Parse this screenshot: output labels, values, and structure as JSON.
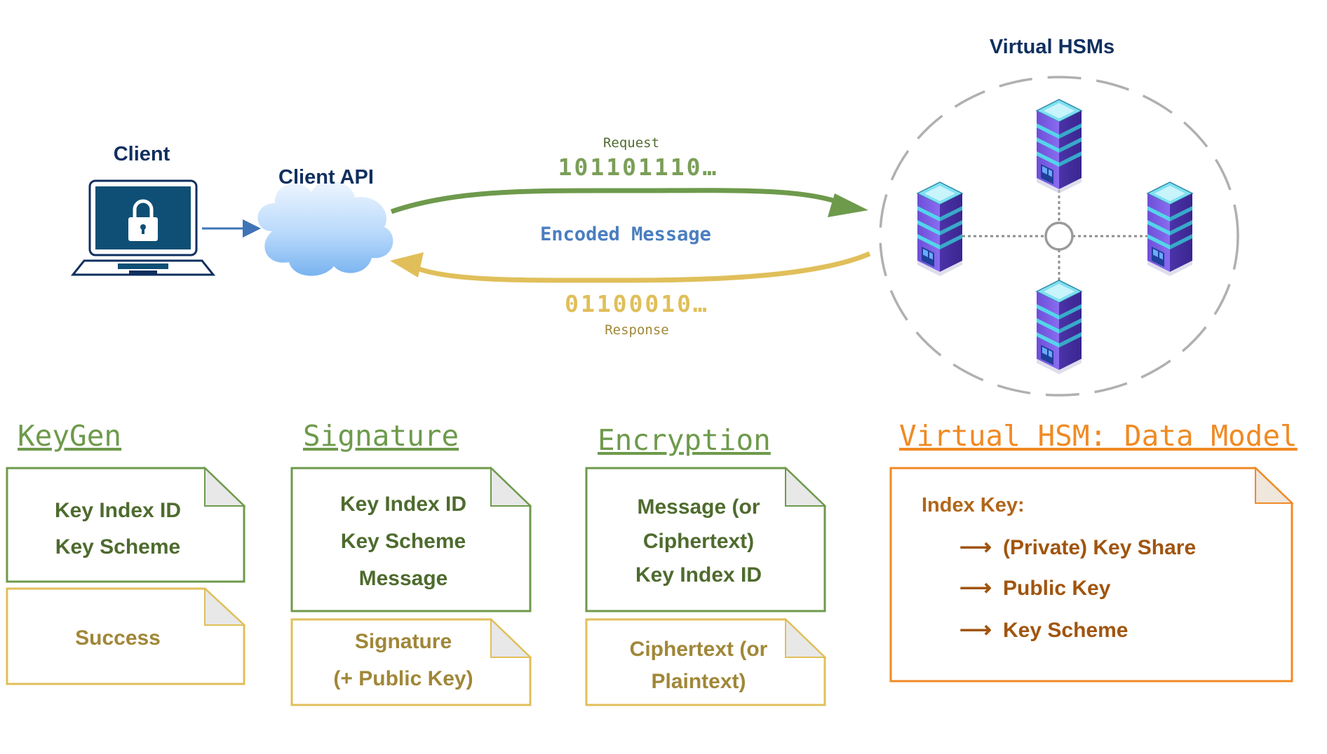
{
  "top": {
    "client_label": "Client",
    "client_api_label": "Client API",
    "virtual_hsms_label": "Virtual HSMs",
    "request_label": "Request",
    "request_bits": "101101110…",
    "encoded_message_label": "Encoded Message",
    "response_bits": "01100010…",
    "response_label": "Response"
  },
  "sections": {
    "keygen": {
      "title": "KeyGen",
      "request_lines": [
        "Key Index ID",
        "Key Scheme"
      ],
      "response_lines": [
        "Success"
      ]
    },
    "signature": {
      "title": "Signature",
      "request_lines": [
        "Key Index ID",
        "Key Scheme",
        "Message"
      ],
      "response_lines": [
        "Signature",
        "(+ Public Key)"
      ]
    },
    "encryption": {
      "title": "Encryption",
      "request_lines": [
        "Message (or",
        "Ciphertext)",
        "Key Index ID"
      ],
      "response_lines": [
        "Ciphertext (or",
        "Plaintext)"
      ]
    },
    "data_model": {
      "title": "Virtual HSM: Data Model",
      "index_key_label": "Index Key:",
      "items": [
        "(Private) Key Share",
        "Public Key",
        "Key Scheme"
      ],
      "arrow_glyph": "⟶"
    }
  },
  "icons": {
    "laptop": "laptop-lock-icon",
    "cloud": "cloud-icon",
    "server": "server-rack-icon"
  },
  "colors": {
    "navy": "#0f2f5f",
    "request_green": "#6e9a4c",
    "response_gold": "#e0bf5a",
    "encoded_blue": "#4a7ebf",
    "data_model_orange": "#f08a24",
    "data_model_text": "#a0550f",
    "request_text": "#4e6b2e",
    "response_text": "#a08738",
    "dashed_gray": "#b0b0b0"
  }
}
